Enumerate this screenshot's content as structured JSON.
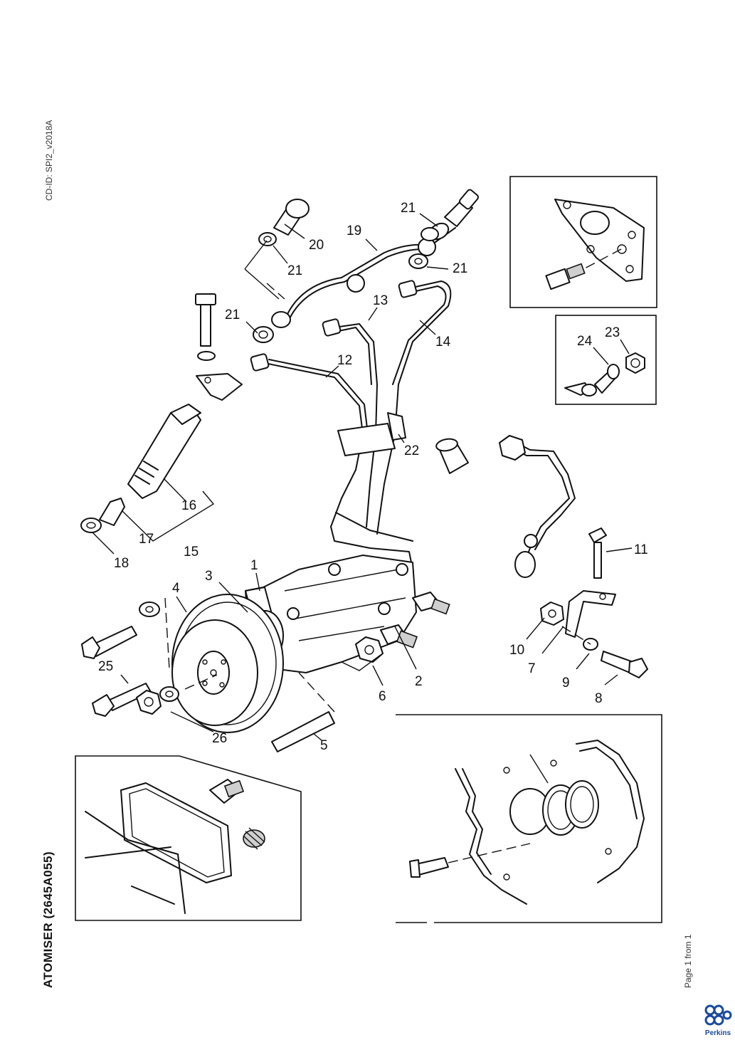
{
  "document": {
    "cd_id": "CD-ID: SPI2_v2018A",
    "title": "ATOMISER (2645A055)",
    "page_info": "Page 1 from 1",
    "brand": "Perkins",
    "brand_color": "#1b4a9b"
  },
  "callouts": {
    "c1": "1",
    "c2": "2",
    "c3": "3",
    "c4": "4",
    "c5": "5",
    "c6": "6",
    "c7": "7",
    "c8": "8",
    "c9": "9",
    "c10": "10",
    "c11": "11",
    "c12": "12",
    "c13": "13",
    "c14": "14",
    "c15": "15",
    "c16": "16",
    "c17": "17",
    "c18": "18",
    "c19": "19",
    "c20": "20",
    "c21a": "21",
    "c21b": "21",
    "c21c": "21",
    "c21d": "21",
    "c22": "22",
    "c23": "23",
    "c24": "24",
    "c25": "25",
    "c26": "26"
  }
}
